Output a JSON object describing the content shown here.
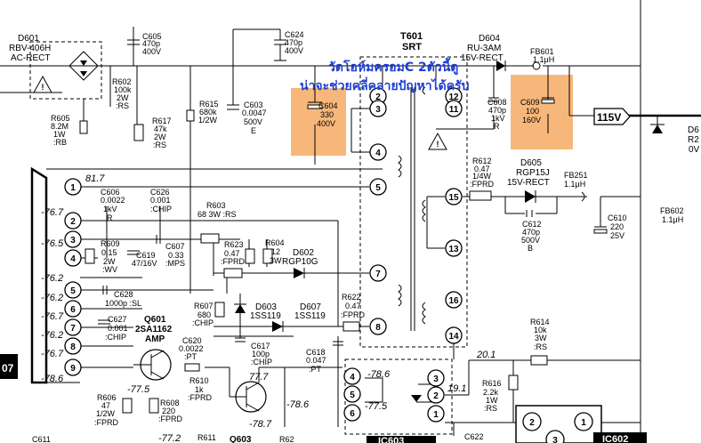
{
  "overlay": {
    "line1": "วัดโอห์มครอมC 2ตัวนี้ดู",
    "line2": "น่าจะช่วยคลี่คลายปัญหาได้ครับ",
    "highlight_color": "#f7b77a",
    "text_color": "#1f3fd0"
  },
  "components": {
    "d601": {
      "ref": "D601",
      "part": "RBV-406H",
      "type": "AC-RECT"
    },
    "c605": {
      "ref": "C605",
      "v1": "470p",
      "v2": "400V"
    },
    "c624": {
      "ref": "C624",
      "v1": "470p",
      "v2": "400V"
    },
    "r602": {
      "ref": "R602",
      "v1": "100k",
      "v2": "2W",
      "v3": ":RS"
    },
    "r605": {
      "ref": "R605",
      "v1": "8.2M",
      "v2": "1W",
      "v3": ":RB"
    },
    "r617": {
      "ref": "R617",
      "v1": "47k",
      "v2": "2W",
      "v3": ":RS"
    },
    "r615": {
      "ref": "R615",
      "v1": "680k",
      "v2": "1/2W"
    },
    "c603": {
      "ref": "C603",
      "v1": "0.0047",
      "v2": "500V",
      "v3": "E"
    },
    "c604": {
      "ref": "C604",
      "v1": "330",
      "v2": "400V"
    },
    "t601": {
      "ref": "T601",
      "type": "SRT"
    },
    "d604": {
      "ref": "D604",
      "part": "RU-3AM",
      "type": "15V-RECT"
    },
    "fb601": {
      "ref": "FB601",
      "v1": "1.1μH"
    },
    "c608": {
      "ref": "C608",
      "v1": "470p",
      "v2": "1kV",
      "v3": "R"
    },
    "c609": {
      "ref": "C609",
      "v1": "100",
      "v2": "160V"
    },
    "out115": {
      "label": "115V"
    },
    "d6x": {
      "l1": "D6",
      "l2": "R2",
      "l3": "0V"
    },
    "c606": {
      "ref": "C606",
      "v1": "0.0022",
      "v2": "1kV",
      "v3": "R"
    },
    "c626": {
      "ref": "C626",
      "v1": "0.001",
      "v2": ":CHIP"
    },
    "r603": {
      "ref": "R603",
      "v1": "68 3W :RS"
    },
    "r609": {
      "ref": "R609",
      "v1": "0.15",
      "v2": "2W",
      "v3": ":WV"
    },
    "c619": {
      "ref": "C619",
      "v1": "47/16V"
    },
    "c607": {
      "ref": "C607",
      "v1": "0.33",
      "v2": ":MPS"
    },
    "r623": {
      "ref": "R623",
      "v1": "0.47",
      "v2": ":FPRD"
    },
    "r604": {
      "ref": "R604",
      "v1": "12",
      "v2": "3W"
    },
    "d602": {
      "ref": "D602",
      "part": "RGP10G"
    },
    "c628": {
      "ref": "C628",
      "v1": "1000p :SL"
    },
    "r607": {
      "ref": "R607",
      "v1": "680",
      "v2": ":CHIP"
    },
    "d603": {
      "ref": "D603",
      "part": "1SS119"
    },
    "d607": {
      "ref": "D607",
      "part": "1SS119"
    },
    "r622": {
      "ref": "R622",
      "v1": "0.47",
      "v2": ":FPRD"
    },
    "c627": {
      "ref": "C627",
      "v1": "0.001",
      "v2": ":CHIP"
    },
    "q601": {
      "ref": "Q601",
      "part": "2SA1162",
      "type": "AMP"
    },
    "c620": {
      "ref": "C620",
      "v1": "0.0022",
      "v2": ":PT"
    },
    "c617": {
      "ref": "C617",
      "v1": "100p",
      "v2": ":CHIP"
    },
    "c618": {
      "ref": "C618",
      "v1": "0.047",
      "v2": ":PT"
    },
    "r612": {
      "ref": "R612",
      "v1": "0.47",
      "v2": "1/4W",
      "v3": ":FPRD"
    },
    "d605": {
      "ref": "D605",
      "part": "RGP15J",
      "type": "15V-RECT"
    },
    "fb251": {
      "ref": "FB251",
      "v1": "1.1μH"
    },
    "fb602": {
      "ref": "FB602",
      "v1": "1.1μH"
    },
    "c612": {
      "ref": "C612",
      "v1": "470p",
      "v2": "500V",
      "v3": "B"
    },
    "c610": {
      "ref": "C610",
      "v1": "220",
      "v2": "25V"
    },
    "r614": {
      "ref": "R614",
      "v1": "10k",
      "v2": "3W",
      "v3": ":RS"
    },
    "r616": {
      "ref": "R616",
      "v1": "2.2k",
      "v2": "1W",
      "v3": ":RS"
    },
    "r606": {
      "ref": "R606",
      "v1": "47",
      "v2": "1/2W",
      "v3": ":FPRD"
    },
    "r608": {
      "ref": "R608",
      "v1": "220",
      "v2": ":FPRD"
    },
    "r610": {
      "ref": "R610",
      "v1": "1k",
      "v2": ":FPRD"
    },
    "c622": {
      "ref": "C622"
    },
    "r611": {
      "ref": "R611"
    },
    "q603": {
      "ref": "Q603"
    },
    "c611": {
      "ref": "C611"
    },
    "r62x": {
      "ref": "R62"
    },
    "ic603": {
      "ref": "IC603"
    },
    "ic602": {
      "ref": "IC602"
    },
    "ic607": {
      "ref": "07"
    }
  },
  "voltages": {
    "v1": "81.7",
    "v2": "-76.7",
    "v3": "-76.5",
    "v4": "-76.2",
    "v5": "-76.2",
    "v6": "-76.7",
    "v7": "-76.2",
    "v8": "-76.7",
    "v9": "-78.6",
    "q1": "-77.5",
    "q2": "77.7",
    "q3": "-78.7",
    "q4": "-78.6",
    "ic1": "-78.6",
    "ic2": "-77.5",
    "ic3": "19.1",
    "ic4": "20.1",
    "q5": "-77.2"
  },
  "pins": {
    "left": [
      "1",
      "2",
      "3",
      "4",
      "5",
      "6",
      "7",
      "8",
      "9"
    ],
    "t601": [
      "2",
      "3",
      "4",
      "5",
      "7",
      "8",
      "12",
      "11",
      "15",
      "13",
      "16",
      "14"
    ],
    "ic603": [
      "4",
      "5",
      "6",
      "3",
      "2",
      "1"
    ],
    "ic602": [
      "2",
      "1",
      "3"
    ]
  }
}
